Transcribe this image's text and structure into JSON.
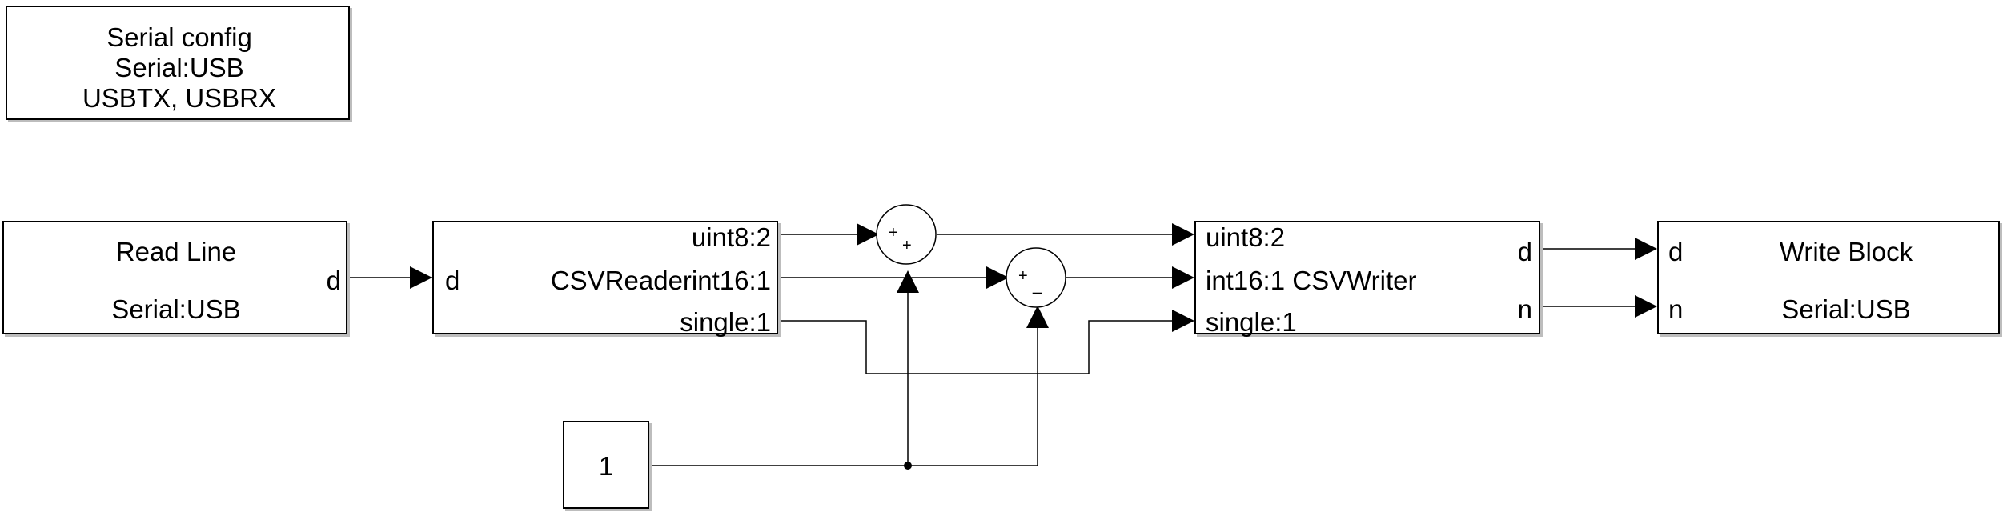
{
  "serial_config": {
    "line1": "Serial config",
    "line2": "Serial:USB",
    "line3": "USBTX, USBRX"
  },
  "read_line": {
    "title": "Read Line",
    "subtitle": "Serial:USB",
    "out_port": "d"
  },
  "csv_reader": {
    "in_port": "d",
    "name": "CSVReaderint16:1",
    "out_port_1": "uint8:2",
    "out_port_3": "single:1"
  },
  "sum_add": {
    "sign_1": "+",
    "sign_2": "+"
  },
  "sum_sub": {
    "sign_1": "+",
    "sign_2": "_"
  },
  "constant": {
    "value": "1"
  },
  "csv_writer": {
    "in_port_1": "uint8:2",
    "label": "int16:1 CSVWriter",
    "in_port_3": "single:1",
    "out_port_1": "d",
    "out_port_2": "n"
  },
  "write_block": {
    "in_port_1": "d",
    "in_port_2": "n",
    "title": "Write Block",
    "subtitle": "Serial:USB"
  }
}
